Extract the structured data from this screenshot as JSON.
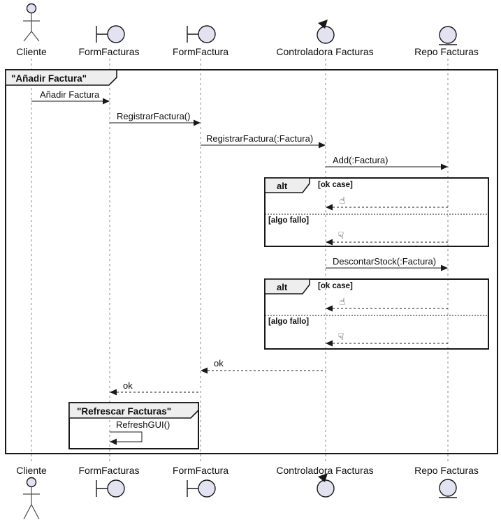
{
  "diagram": {
    "kind": "uml-sequence-diagram",
    "language": "plantuml-style"
  },
  "colors": {
    "line": "#181818",
    "lifeline": "#888888",
    "participant_fill": "#E2E2F0",
    "frame_label_fill": "#EEEEEE",
    "background": "#FFFFFF",
    "text": "#0E0E0E"
  },
  "participants": [
    {
      "name": "Cliente",
      "kind": "actor"
    },
    {
      "name": "FormFacturas",
      "kind": "boundary"
    },
    {
      "name": "FormFactura",
      "kind": "boundary"
    },
    {
      "name": "Controladora Facturas",
      "kind": "control"
    },
    {
      "name": "Repo Facturas",
      "kind": "entity"
    }
  ],
  "frames": {
    "main": {
      "title": "\"Añadir Factura\""
    },
    "refresh": {
      "title": "\"Refrescar Facturas\""
    }
  },
  "messages": [
    {
      "label": "Añadir Factura",
      "from": "Cliente",
      "to": "FormFacturas",
      "type": "solid"
    },
    {
      "label": "RegistrarFactura()",
      "from": "FormFacturas",
      "to": "FormFactura",
      "type": "solid"
    },
    {
      "label": "RegistrarFactura(:Factura)",
      "from": "FormFactura",
      "to": "Controladora Facturas",
      "type": "solid"
    },
    {
      "label": "Add(:Factura)",
      "from": "Controladora Facturas",
      "to": "Repo Facturas",
      "type": "solid"
    },
    {
      "label": "DescontarStock(:Factura)",
      "from": "Controladora Facturas",
      "to": "Repo Facturas",
      "type": "solid"
    },
    {
      "label": "ok",
      "from": "Controladora Facturas",
      "to": "FormFactura",
      "type": "dashed-return"
    },
    {
      "label": "ok",
      "from": "FormFactura",
      "to": "FormFacturas",
      "type": "dashed-return"
    },
    {
      "label": "RefreshGUI()",
      "from": "FormFacturas",
      "to": "FormFacturas",
      "type": "self"
    }
  ],
  "alts": [
    {
      "operator": "alt",
      "guard_ok": "[ok case]",
      "guard_fail": "[algo fallo]",
      "ok_icon": {
        "name": "thumbs-up-icon",
        "glyph": "☝"
      },
      "fail_icon": {
        "name": "thumbs-down-icon",
        "glyph": "☟"
      },
      "returns": [
        {
          "from": "Repo Facturas",
          "to": "Controladora Facturas",
          "type": "dashed-return"
        },
        {
          "from": "Repo Facturas",
          "to": "Controladora Facturas",
          "type": "dashed-return"
        }
      ]
    },
    {
      "operator": "alt",
      "guard_ok": "[ok case]",
      "guard_fail": "[algo fallo]",
      "ok_icon": {
        "name": "thumbs-up-icon",
        "glyph": "☝"
      },
      "fail_icon": {
        "name": "thumbs-down-icon",
        "glyph": "☟"
      },
      "returns": [
        {
          "from": "Repo Facturas",
          "to": "Controladora Facturas",
          "type": "dashed-return"
        },
        {
          "from": "Repo Facturas",
          "to": "Controladora Facturas",
          "type": "dashed-return"
        }
      ]
    }
  ]
}
